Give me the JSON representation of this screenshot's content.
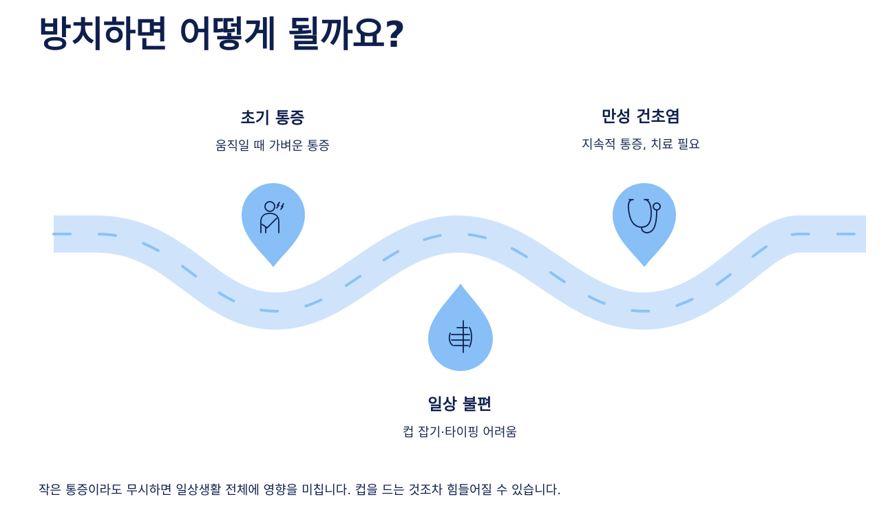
{
  "title": "방치하면 어떻게 될까요?",
  "stages": [
    {
      "title": "초기 통증",
      "description": "움직일 때 가벼운 통증",
      "icon": "person-pain-icon"
    },
    {
      "title": "일상 불편",
      "description": "컵 잡기·타이핑 어려움",
      "icon": "hand-grip-icon"
    },
    {
      "title": "만성 건초염",
      "description": "지속적 통증, 치료 필요",
      "icon": "stethoscope-icon"
    }
  ],
  "summary": "작은 통증이라도 무시하면 일상생활 전체에 영향을 미칩니다. 컵을 드는 것조차 힘들어질 수 있습니다.",
  "colors": {
    "title": "#0f1f4d",
    "road": "#cfe4fb",
    "road_dash": "#8cc2f5",
    "marker": "#87bff6",
    "icon": "#0f1f4d"
  }
}
